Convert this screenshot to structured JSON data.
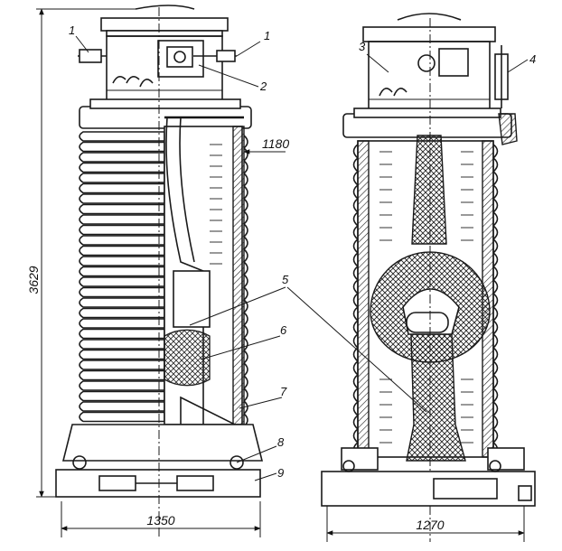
{
  "callouts": {
    "c1_left": "1",
    "c1_right": "1",
    "c2": "2",
    "c3": "3",
    "c4": "4",
    "c5": "5",
    "c6": "6",
    "c7": "7",
    "c8": "8",
    "c9": "9"
  },
  "dimensions": {
    "height": "3629",
    "inner_width": "1180",
    "left_width": "1350",
    "right_width": "1270"
  }
}
